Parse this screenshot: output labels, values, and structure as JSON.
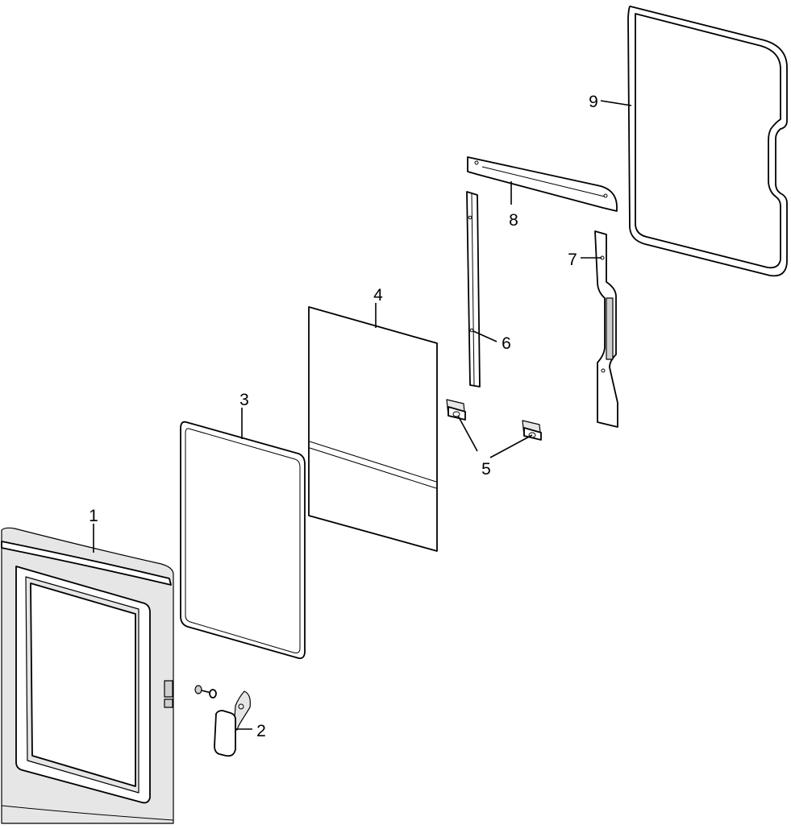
{
  "diagram": {
    "type": "exploded-parts-view",
    "callouts": [
      {
        "number": "1"
      },
      {
        "number": "2"
      },
      {
        "number": "3"
      },
      {
        "number": "4"
      },
      {
        "number": "5"
      },
      {
        "number": "6"
      },
      {
        "number": "7"
      },
      {
        "number": "8"
      },
      {
        "number": "9"
      }
    ]
  }
}
